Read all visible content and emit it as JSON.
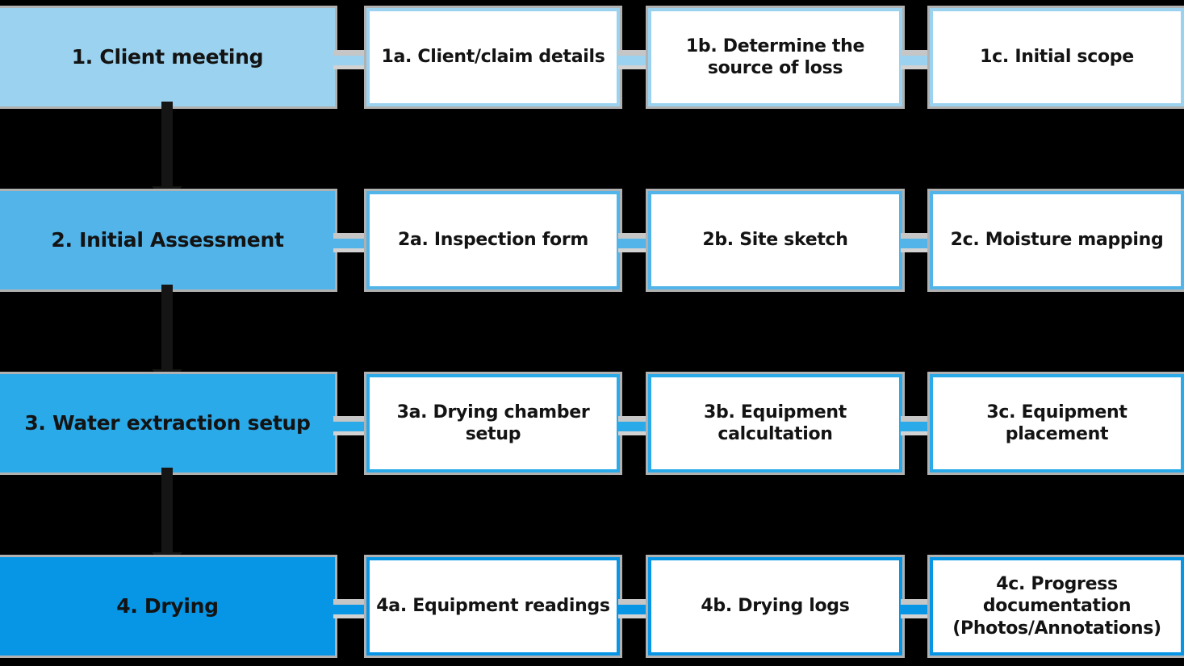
{
  "colors": {
    "background": "#000000",
    "step_fill": "#ffffff",
    "outline_gray": "#b1b1b1",
    "text": "#131313",
    "arrow": "#151515"
  },
  "rows": [
    {
      "stage": "1. Client meeting",
      "accent": "#9ad2ef",
      "steps": [
        "1a. Client/claim details",
        "1b. Determine the source of loss",
        "1c. Initial scope"
      ]
    },
    {
      "stage": "2. Initial Assessment",
      "accent": "#52b4e8",
      "steps": [
        "2a. Inspection form",
        "2b. Site sketch",
        "2c. Moisture mapping"
      ]
    },
    {
      "stage": "3. Water extraction setup",
      "accent": "#2baae9",
      "steps": [
        "3a. Drying chamber setup",
        "3b. Equipment calcultation",
        "3c. Equipment placement"
      ]
    },
    {
      "stage": "4. Drying",
      "accent": "#0795e6",
      "steps": [
        "4a. Equipment readings",
        "4b. Drying logs",
        "4c. Progress documentation (Photos/Annotations)"
      ]
    }
  ]
}
